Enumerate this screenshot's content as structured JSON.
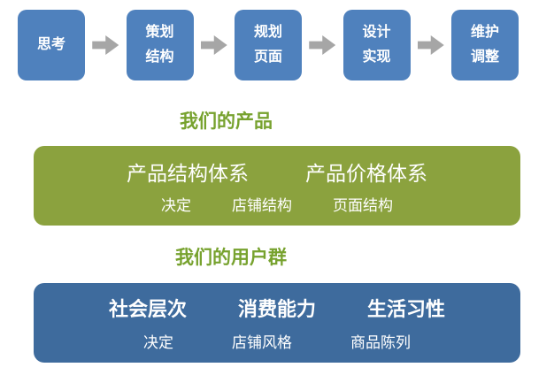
{
  "flow": {
    "steps": [
      {
        "line1": "思考"
      },
      {
        "line1": "策划",
        "line2": "结构"
      },
      {
        "line1": "规划",
        "line2": "页面"
      },
      {
        "line1": "设计",
        "line2": "实现"
      },
      {
        "line1": "维护",
        "line2": "调整"
      }
    ]
  },
  "product": {
    "heading": "我们的产品",
    "row1": [
      "产品结构体系",
      "产品价格体系"
    ],
    "row2": [
      "决定",
      "店铺结构",
      "页面结构"
    ]
  },
  "users": {
    "heading": "我们的用户群",
    "row1": [
      "社会层次",
      "消费能力",
      "生活习性"
    ],
    "row2": [
      "决定",
      "店铺风格",
      "商品陈列"
    ]
  },
  "colors": {
    "step_blue": "#4f81bd",
    "arrow_gray": "#a6a6a6",
    "heading_green": "#77a22e",
    "product_band_green": "#8ba23e",
    "users_band_blue": "#3e6b9d",
    "text_white": "#ffffff"
  }
}
